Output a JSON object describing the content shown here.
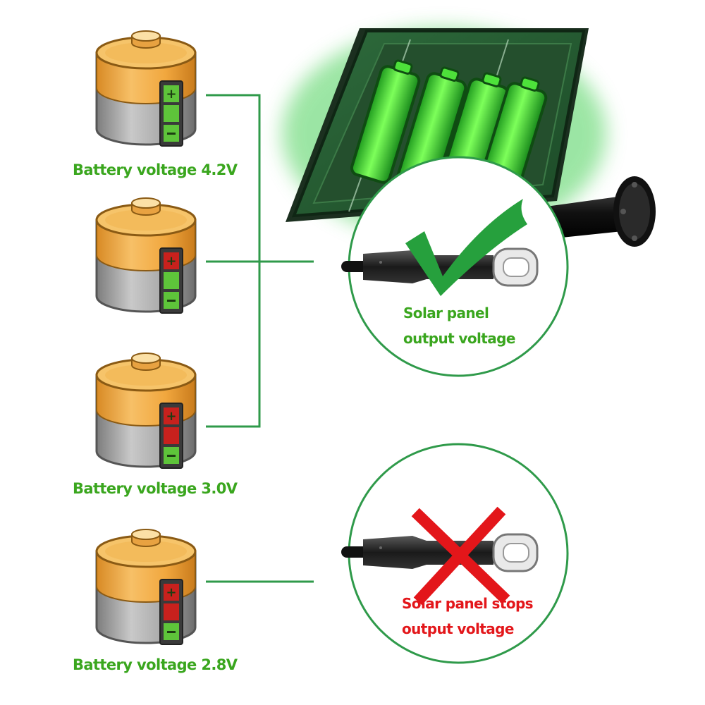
{
  "batteries": [
    {
      "label": "Battery voltage 4.2V",
      "segments": [
        "green",
        "green",
        "green"
      ]
    },
    {
      "label": "",
      "segments": [
        "red",
        "green",
        "green"
      ]
    },
    {
      "label": "Battery voltage 3.0V",
      "segments": [
        "red",
        "red",
        "green"
      ]
    },
    {
      "label": "Battery voltage 2.8V",
      "segments": [
        "red",
        "red",
        "green"
      ]
    }
  ],
  "states": {
    "output": {
      "line1": "Solar panel",
      "line2": "output voltage",
      "mark": "check-icon"
    },
    "stop": {
      "line1": "Solar panel stops",
      "line2": "output voltage",
      "mark": "cross-icon"
    }
  },
  "colors": {
    "accent_green": "#2f9a4a",
    "label_green": "#3aa61e",
    "stop_red": "#e3161a",
    "battery_orange": "#f0a23a",
    "battery_gray": "#a5a5a5",
    "indicator_green": "#5ec43a",
    "indicator_red": "#c8211d"
  }
}
